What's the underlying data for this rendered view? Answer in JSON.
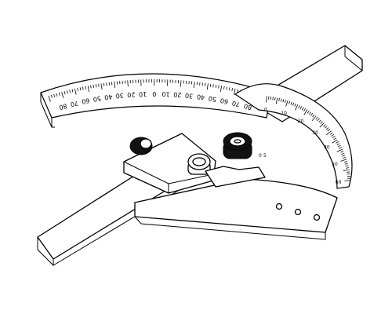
{
  "protractor": {
    "main_scale_labels": [
      "80",
      "70",
      "60",
      "50",
      "40",
      "30",
      "20",
      "10",
      "0",
      "10",
      "20",
      "30",
      "40",
      "50",
      "60",
      "70",
      "80"
    ],
    "vernier_labels": [
      "0",
      "10",
      "20",
      "30",
      "40",
      "50",
      "60"
    ],
    "vernier_stack_labels": [
      "0",
      "5"
    ]
  },
  "colors": {
    "line": "#000000",
    "fill": "#ffffff",
    "knurl": "#111111"
  }
}
